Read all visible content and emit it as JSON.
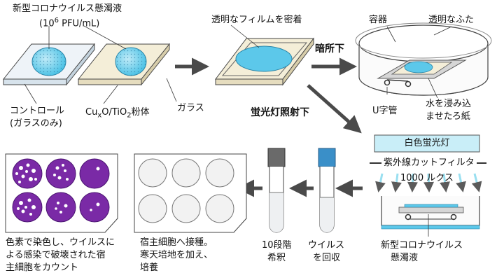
{
  "step1": {
    "suspension": "新型コロナウイルス懸濁液",
    "titer_prefix": "(10",
    "titer_exp": "6",
    "titer_suffix": " PFU/mL)",
    "control_l1": "コントロール",
    "control_l2": "(ガラスのみ)",
    "powder_cu": "Cu",
    "powder_x": "x",
    "powder_mid": "O/TiO",
    "powder_2": "2",
    "powder_tail": "粉体",
    "glass": "ガラス"
  },
  "step2": {
    "film": "透明なフィルムを密着"
  },
  "step3": {
    "dark": "暗所下",
    "container": "容器",
    "lid": "透明なふた",
    "utube": "U字管",
    "paper_l1": "水を浸み込",
    "paper_l2": "ませたろ紙"
  },
  "step4": {
    "fluor_irradiation": "蛍光灯照射下",
    "lamp": "白色蛍光灯",
    "filter": "紫外線カットフィルタ",
    "lux": "1000 ルクス",
    "suspension_l1": "新型コロナウイルス",
    "suspension_l2": "懸濁液"
  },
  "step5": {
    "recover_l1": "ウイルス",
    "recover_l2": "を回収"
  },
  "step6": {
    "dilution_l1": "10段階",
    "dilution_l2": "希釈"
  },
  "step7": {
    "inoculate_l1": "宿主細胞へ接種。",
    "inoculate_l2": "寒天培地を加え、",
    "inoculate_l3": "培養"
  },
  "step8": {
    "count_l1": "色素で染色し、ウイルスに",
    "count_l2": "よる感染で破壊された宿",
    "count_l3": "主細胞をカウント"
  },
  "colors": {
    "accent_blue": "#4fc3e6",
    "lamp_box": "#c9eef8",
    "cap_blue": "#3a8fc8",
    "plaque_purple": "#7a2aa6",
    "arrow_gray": "#4a4a4a"
  }
}
